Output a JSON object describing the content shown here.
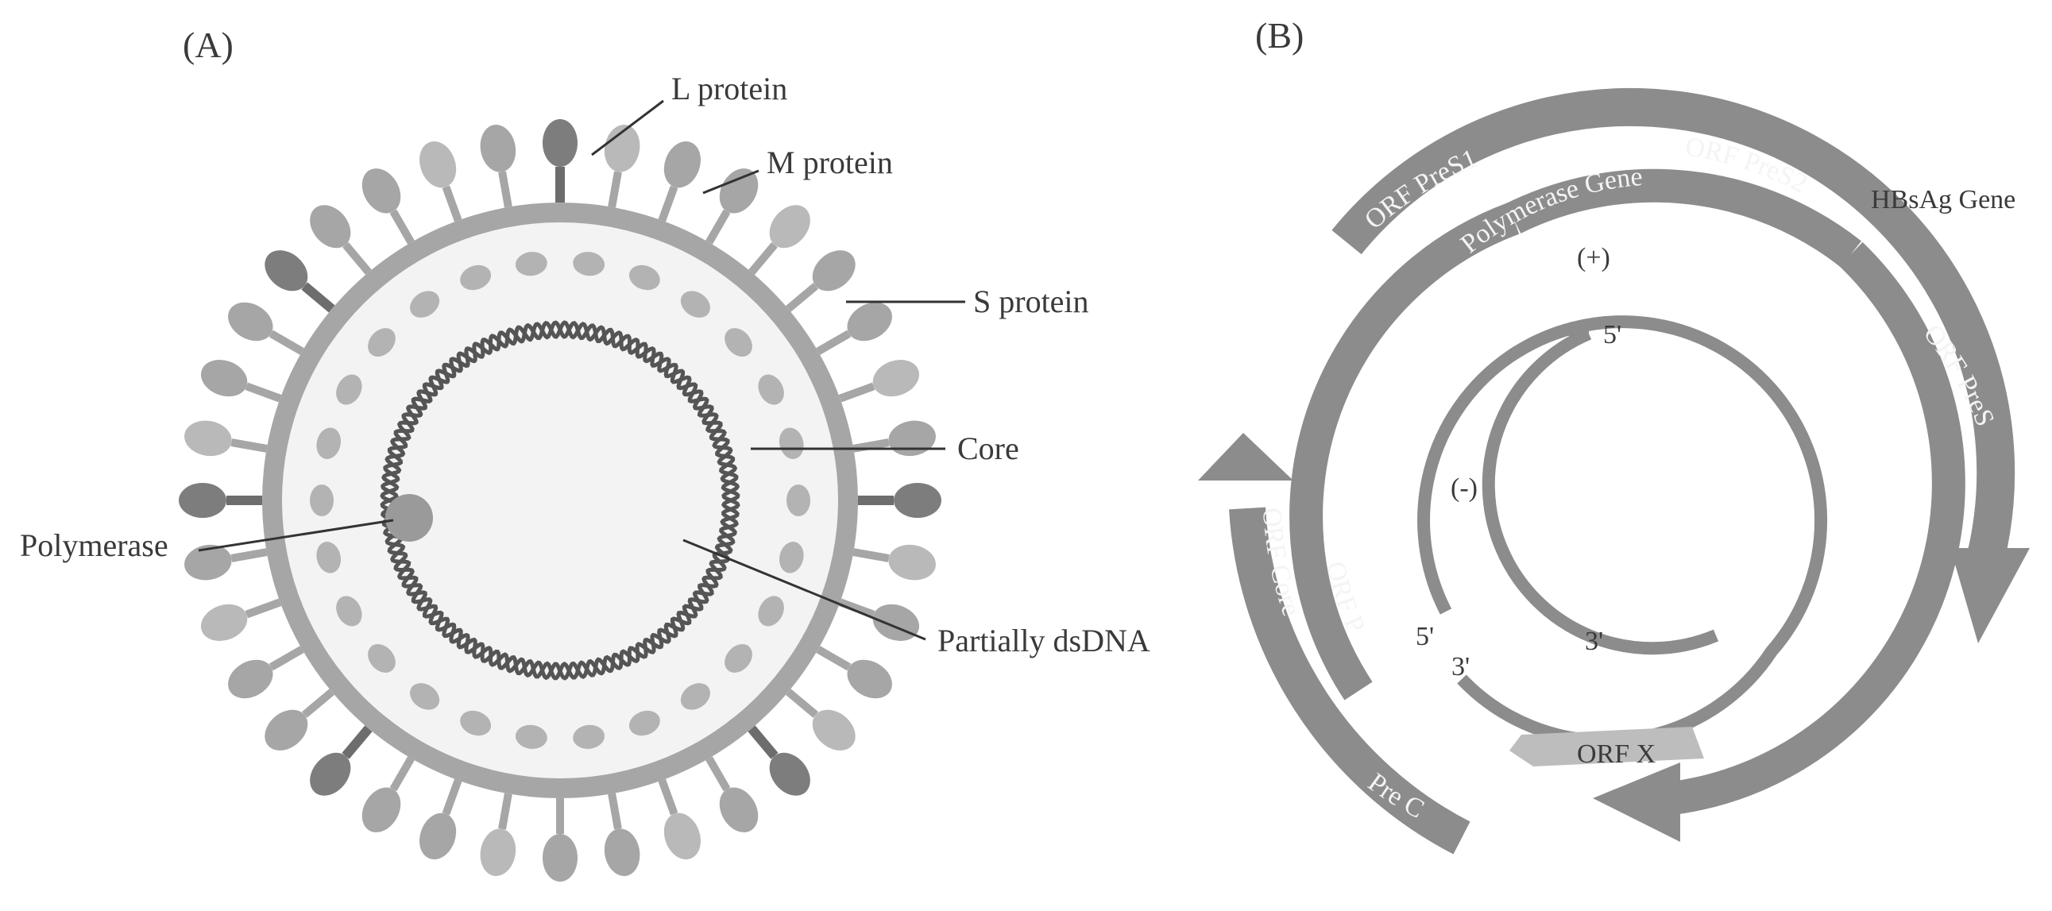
{
  "panel_a": {
    "title": "(A)",
    "labels": {
      "l_protein": "L protein",
      "m_protein": "M protein",
      "s_protein": "S protein",
      "core": "Core",
      "polymerase": "Polymerase",
      "partially_dsdna": "Partially dsDNA"
    }
  },
  "panel_b": {
    "title": "(B)",
    "labels": {
      "orf_pres1": "ORF PreS1",
      "orf_pres2": "ORF PreS2",
      "polymerase_gene": "Polymerase  Gene",
      "hbsag_gene": "HBsAg Gene",
      "orf_pres": "ORF PreS",
      "orf_core": "ORF Core",
      "orf_p": "ORF P",
      "pre_c": "Pre C",
      "orf_x": "ORF X",
      "plus_strand": "(+)",
      "minus_strand": "(-)",
      "five_prime_top": "5'",
      "five_prime_left": "5'",
      "three_prime_left": "3'",
      "three_prime_inner": "3'"
    }
  },
  "colors": {
    "envelope": "#a6a6a6",
    "light_spike": "#b9b9b9",
    "dark_spike": "#7d7d7d",
    "inner_fill": "#f3f3f3",
    "arc": "#8c8c8c",
    "orf_x": "#bdbdbd"
  }
}
